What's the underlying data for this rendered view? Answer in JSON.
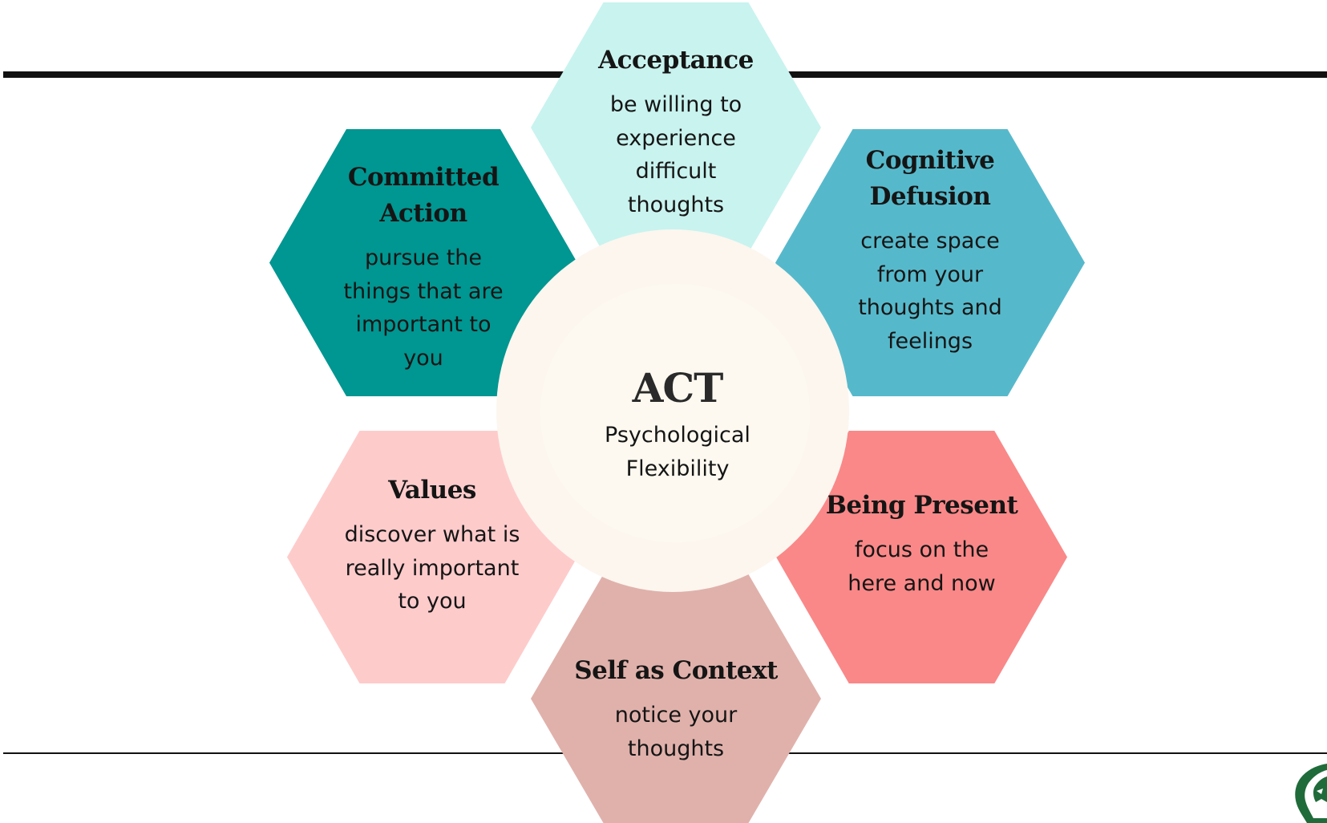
{
  "center": {
    "title": "ACT",
    "subtitle_lines": [
      "Psychological",
      "Flexibility"
    ]
  },
  "hexagons": [
    {
      "id": "acceptance",
      "title_lines": [
        "Acceptance"
      ],
      "desc_lines": [
        "be willing to",
        "experience",
        "difficult",
        "thoughts"
      ],
      "color": "#c9f3ef"
    },
    {
      "id": "defusion",
      "title_lines": [
        "Cognitive",
        "Defusion"
      ],
      "desc_lines": [
        "create space",
        "from your",
        "thoughts and",
        "feelings"
      ],
      "color": "#56b9cb"
    },
    {
      "id": "present",
      "title_lines": [
        "Being Present"
      ],
      "desc_lines": [
        "focus on the",
        "here and now"
      ],
      "color": "#fa8888"
    },
    {
      "id": "self",
      "title_lines": [
        "Self as Context"
      ],
      "desc_lines": [
        "notice your",
        "thoughts"
      ],
      "color": "#e0b1ab"
    },
    {
      "id": "values",
      "title_lines": [
        "Values"
      ],
      "desc_lines": [
        "discover what is",
        "really important",
        "to you"
      ],
      "color": "#fecbcb"
    },
    {
      "id": "committed",
      "title_lines": [
        "Committed",
        "Action"
      ],
      "desc_lines": [
        "pursue the",
        "things that are",
        "important to",
        "you"
      ],
      "color": "#009691"
    }
  ],
  "logo": {
    "icon": "mascot-logo-icon",
    "color": "#1f6b3a"
  }
}
